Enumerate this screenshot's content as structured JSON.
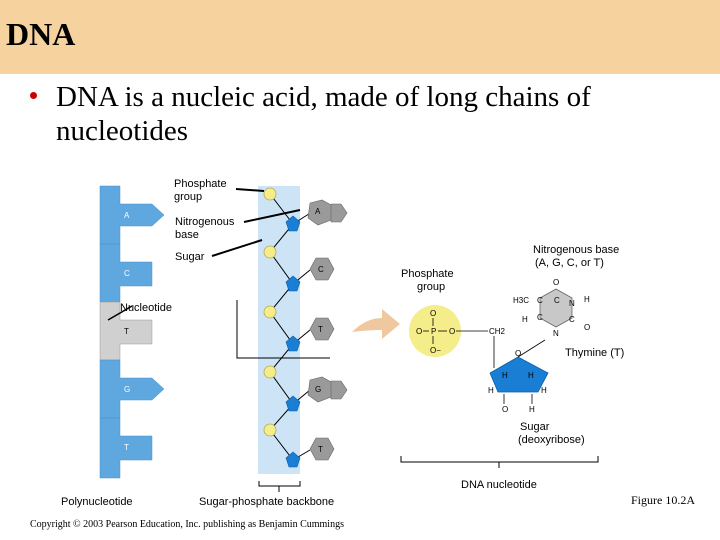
{
  "slide": {
    "title": "DNA",
    "bullet": "DNA is a nucleic acid, made of long chains of nucleotides"
  },
  "figure": {
    "labels": {
      "phosphate_group_left": "Phosphate group",
      "nitrogenous_base": "Nitrogenous base",
      "sugar": "Sugar",
      "nucleotide": "Nucleotide",
      "polynucleotide": "Polynucleotide",
      "backbone": "Sugar-phosphate backbone",
      "phosphate_group_right": "Phosphate group",
      "nitrogenous_base_right": "Nitrogenous base (A, G, C, or T)",
      "thymine": "Thymine (T)",
      "sugar_deoxyribose": "Sugar (deoxyribose)",
      "dna_nucleotide": "DNA nucleotide"
    },
    "strand_bases": [
      "A",
      "C",
      "T",
      "G",
      "T"
    ],
    "chem": {
      "P": "P",
      "O": "O",
      "O_minus": "O−",
      "CH2": "CH2",
      "H3C": "H3C",
      "C": "C",
      "N": "N",
      "H": "H"
    },
    "colors": {
      "phosphate": "#f5ec8a",
      "sugar": "#1a7fd4",
      "base": "#9a9a9a",
      "backbone_band": "#cde4f7",
      "strand": "#5fa7df",
      "highlight": "#d0d0d0",
      "arrow": "#f0c8a0"
    }
  },
  "footer": {
    "copyright": "Copyright © 2003 Pearson Education, Inc. publishing as Benjamin Cummings",
    "figure_ref": "Figure 10.2A"
  }
}
